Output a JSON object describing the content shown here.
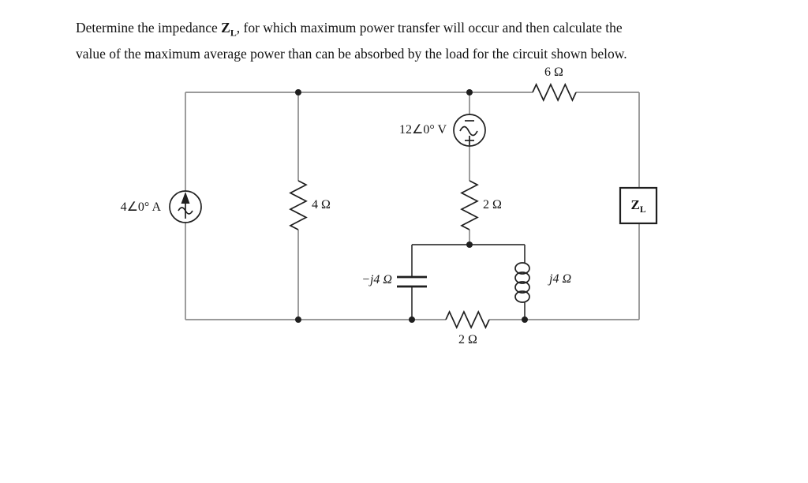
{
  "problem": {
    "line1_before_zl": "Determine the impedance ",
    "zl_symbol": "Z",
    "zl_subscript": "L",
    "line1_after_zl": ", for which maximum power transfer will occur and then calculate the",
    "line2": "value of the maximum average power than can be absorbed by the load for the circuit shown below."
  },
  "circuit": {
    "components": {
      "current_source": {
        "label": "4∠0° A"
      },
      "voltage_source": {
        "label": "12∠0° V"
      },
      "resistor_4ohm": {
        "label": "4 Ω"
      },
      "resistor_2ohm_mid": {
        "label": "2 Ω"
      },
      "resistor_6ohm": {
        "label": "6 Ω"
      },
      "capacitor": {
        "label": "−j4 Ω"
      },
      "inductor": {
        "label": "j4 Ω"
      },
      "resistor_2ohm_bottom": {
        "label": "2 Ω"
      },
      "load": {
        "label_main": "Z",
        "label_sub": "L"
      }
    },
    "colors": {
      "wire": "#8c8c8c",
      "inner_wire": "#3a3a3a",
      "symbol": "#1f1f1f",
      "text": "#161616"
    }
  }
}
